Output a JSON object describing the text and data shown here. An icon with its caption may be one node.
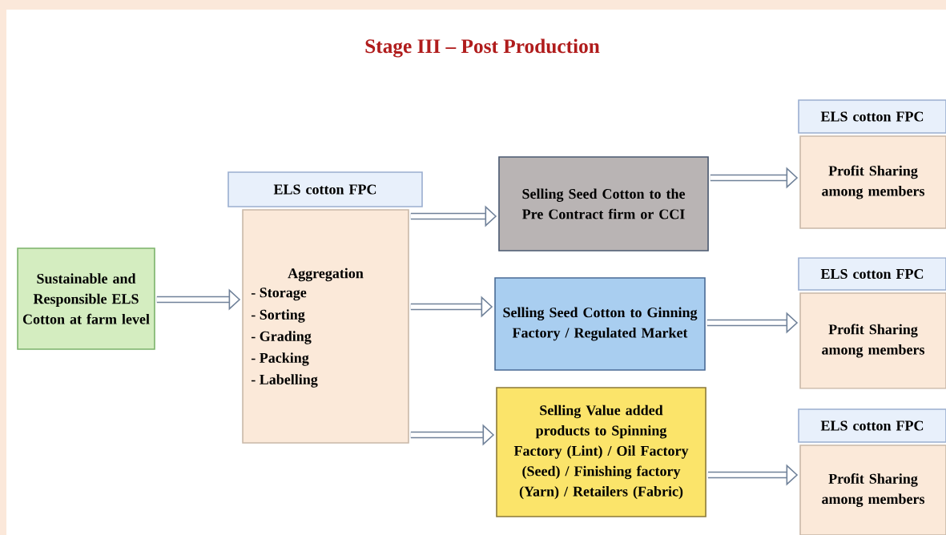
{
  "diagram": {
    "title": "Stage III – Post Production",
    "nodes": [
      {
        "text": [
          "Sustainable and Responsible ELS Cotton at farm level"
        ]
      },
      {
        "text": [
          "ELS cotton FPC"
        ]
      },
      {
        "text": [
          "Aggregation",
          "- Storage",
          "- Sorting",
          "- Grading",
          "- Packing",
          "- Labelling"
        ]
      },
      {
        "text": [
          "Selling Seed Cotton to the Pre Contract firm or CCI"
        ]
      },
      {
        "text": [
          "Selling Seed Cotton to Ginning Factory / Regulated Market"
        ]
      },
      {
        "text": [
          "Selling Value added products to Spinning Factory (Lint) / Oil Factory (Seed) / Finishing factory (Yarn) / Retailers (Fabric)"
        ]
      },
      {
        "text": [
          "ELS cotton FPC"
        ]
      },
      {
        "text": [
          "Profit Sharing among members"
        ]
      },
      {
        "text": [
          "ELS cotton FPC"
        ]
      },
      {
        "text": [
          "Profit Sharing among members"
        ]
      },
      {
        "text": [
          "ELS cotton FPC"
        ]
      },
      {
        "text": [
          "Profit Sharing among members"
        ]
      }
    ],
    "edges": [
      {
        "from": 0,
        "to": 2,
        "arrow": "to"
      },
      {
        "from": 2,
        "to": 3,
        "arrow": "to"
      },
      {
        "from": 2,
        "to": 4,
        "arrow": "to"
      },
      {
        "from": 2,
        "to": 5,
        "arrow": "to"
      },
      {
        "from": 3,
        "to": 7,
        "arrow": "to"
      },
      {
        "from": 4,
        "to": 9,
        "arrow": "to"
      },
      {
        "from": 5,
        "to": 11,
        "arrow": "to"
      }
    ]
  }
}
